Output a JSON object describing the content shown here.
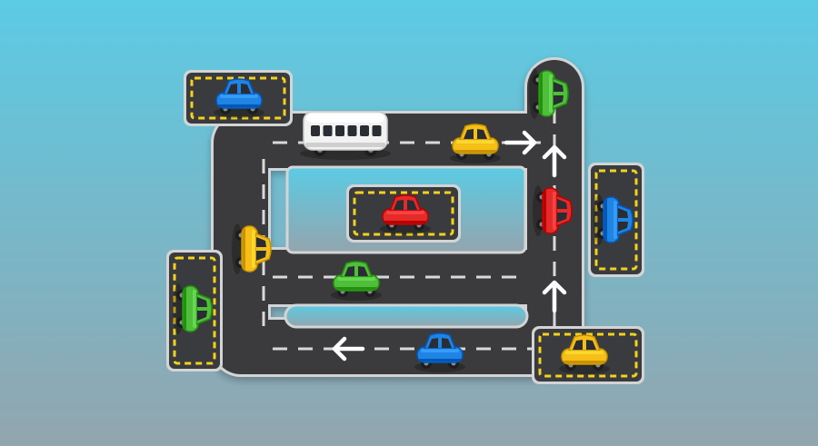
{
  "scene": {
    "type": "parking-puzzle-board",
    "background_top": "#5bcbe4",
    "background_bottom": "#93a5ae"
  },
  "colors": {
    "road": "#3a3b3e",
    "road_edge": "#d3d4d6",
    "lane_dash": "#d9d9d9",
    "parking_border": "#f4d21c",
    "arrow": "#ffffff",
    "car_blue": "#1f84e4",
    "car_green": "#4fbe3a",
    "car_yellow": "#f5bf17",
    "car_red": "#e52a2a",
    "bus_white": "#f2f2f2"
  },
  "vehicles": [
    {
      "id": "blue-car-parking-top-left",
      "type": "car",
      "color": "blue",
      "location": "parking"
    },
    {
      "id": "white-bus",
      "type": "bus",
      "color": "white",
      "location": "road"
    },
    {
      "id": "yellow-car-top",
      "type": "car",
      "color": "yellow",
      "location": "road"
    },
    {
      "id": "green-car-top-right",
      "type": "car",
      "color": "green",
      "location": "road"
    },
    {
      "id": "red-car-right",
      "type": "car",
      "color": "red",
      "location": "road"
    },
    {
      "id": "red-car-center-parking",
      "type": "car",
      "color": "red",
      "location": "parking"
    },
    {
      "id": "blue-car-right-parking",
      "type": "car",
      "color": "blue",
      "location": "parking"
    },
    {
      "id": "yellow-car-left",
      "type": "car",
      "color": "yellow",
      "location": "road"
    },
    {
      "id": "green-car-middle",
      "type": "car",
      "color": "green",
      "location": "road"
    },
    {
      "id": "green-car-left-parking",
      "type": "car",
      "color": "green",
      "location": "parking"
    },
    {
      "id": "blue-car-bottom",
      "type": "car",
      "color": "blue",
      "location": "road"
    },
    {
      "id": "yellow-car-bottom-right-parking",
      "type": "car",
      "color": "yellow",
      "location": "parking"
    }
  ],
  "arrows": [
    {
      "id": "arrow-top-right",
      "direction": "right"
    },
    {
      "id": "arrow-up-upper",
      "direction": "up"
    },
    {
      "id": "arrow-up-lower",
      "direction": "up"
    },
    {
      "id": "arrow-bottom-left",
      "direction": "left"
    }
  ],
  "parking_spots": [
    {
      "id": "parking-top-left",
      "occupied_by": "blue"
    },
    {
      "id": "parking-center",
      "occupied_by": "red"
    },
    {
      "id": "parking-right",
      "occupied_by": "blue"
    },
    {
      "id": "parking-left",
      "occupied_by": "green"
    },
    {
      "id": "parking-bottom-right",
      "occupied_by": "yellow"
    }
  ]
}
